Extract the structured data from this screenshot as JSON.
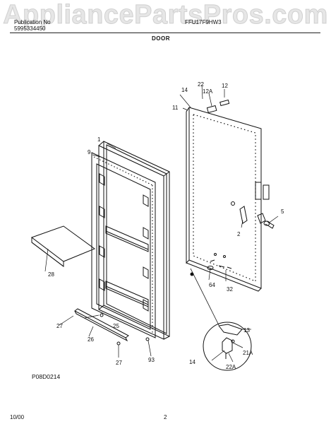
{
  "watermark": "AppliancePartsPros.com",
  "header": {
    "left_line1": "Publication No",
    "left_line2": "5995334450",
    "right_line1": "FFU17F9HW3",
    "section": "DOOR"
  },
  "callouts": [
    "1",
    "2",
    "5",
    "9",
    "11",
    "12",
    "12A",
    "13",
    "14",
    "14",
    "21A",
    "22",
    "22A",
    "25",
    "26",
    "27",
    "27",
    "28",
    "32",
    "64",
    "93"
  ],
  "drawing_code": "P08D0214",
  "footer": {
    "date": "10/00",
    "page": "2"
  }
}
